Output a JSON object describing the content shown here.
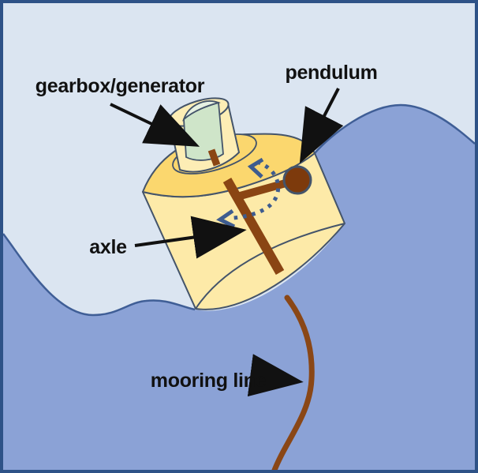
{
  "labels": {
    "gearbox_generator": "gearbox/generator",
    "pendulum": "pendulum",
    "axle": "axle",
    "mooring_line": "mooring line"
  },
  "colors": {
    "border": "#2e5287",
    "sky": "#dbe5f1",
    "water": "#8ba2d6",
    "wave-line": "#3f5e96",
    "buoy-body": "#fdeaa8",
    "buoy-top": "#fbd76e",
    "housing": "#fdedb5",
    "gearbox-body": "#cfe5c9",
    "gearbox-top": "#e6f1e2",
    "outline": "#44546a",
    "axle-brown": "#8a4513",
    "bob-brown": "#7d3a0c",
    "mooring-brown": "#8a4716",
    "arc-blue": "#3e5c8f",
    "label-text": "#111111"
  }
}
